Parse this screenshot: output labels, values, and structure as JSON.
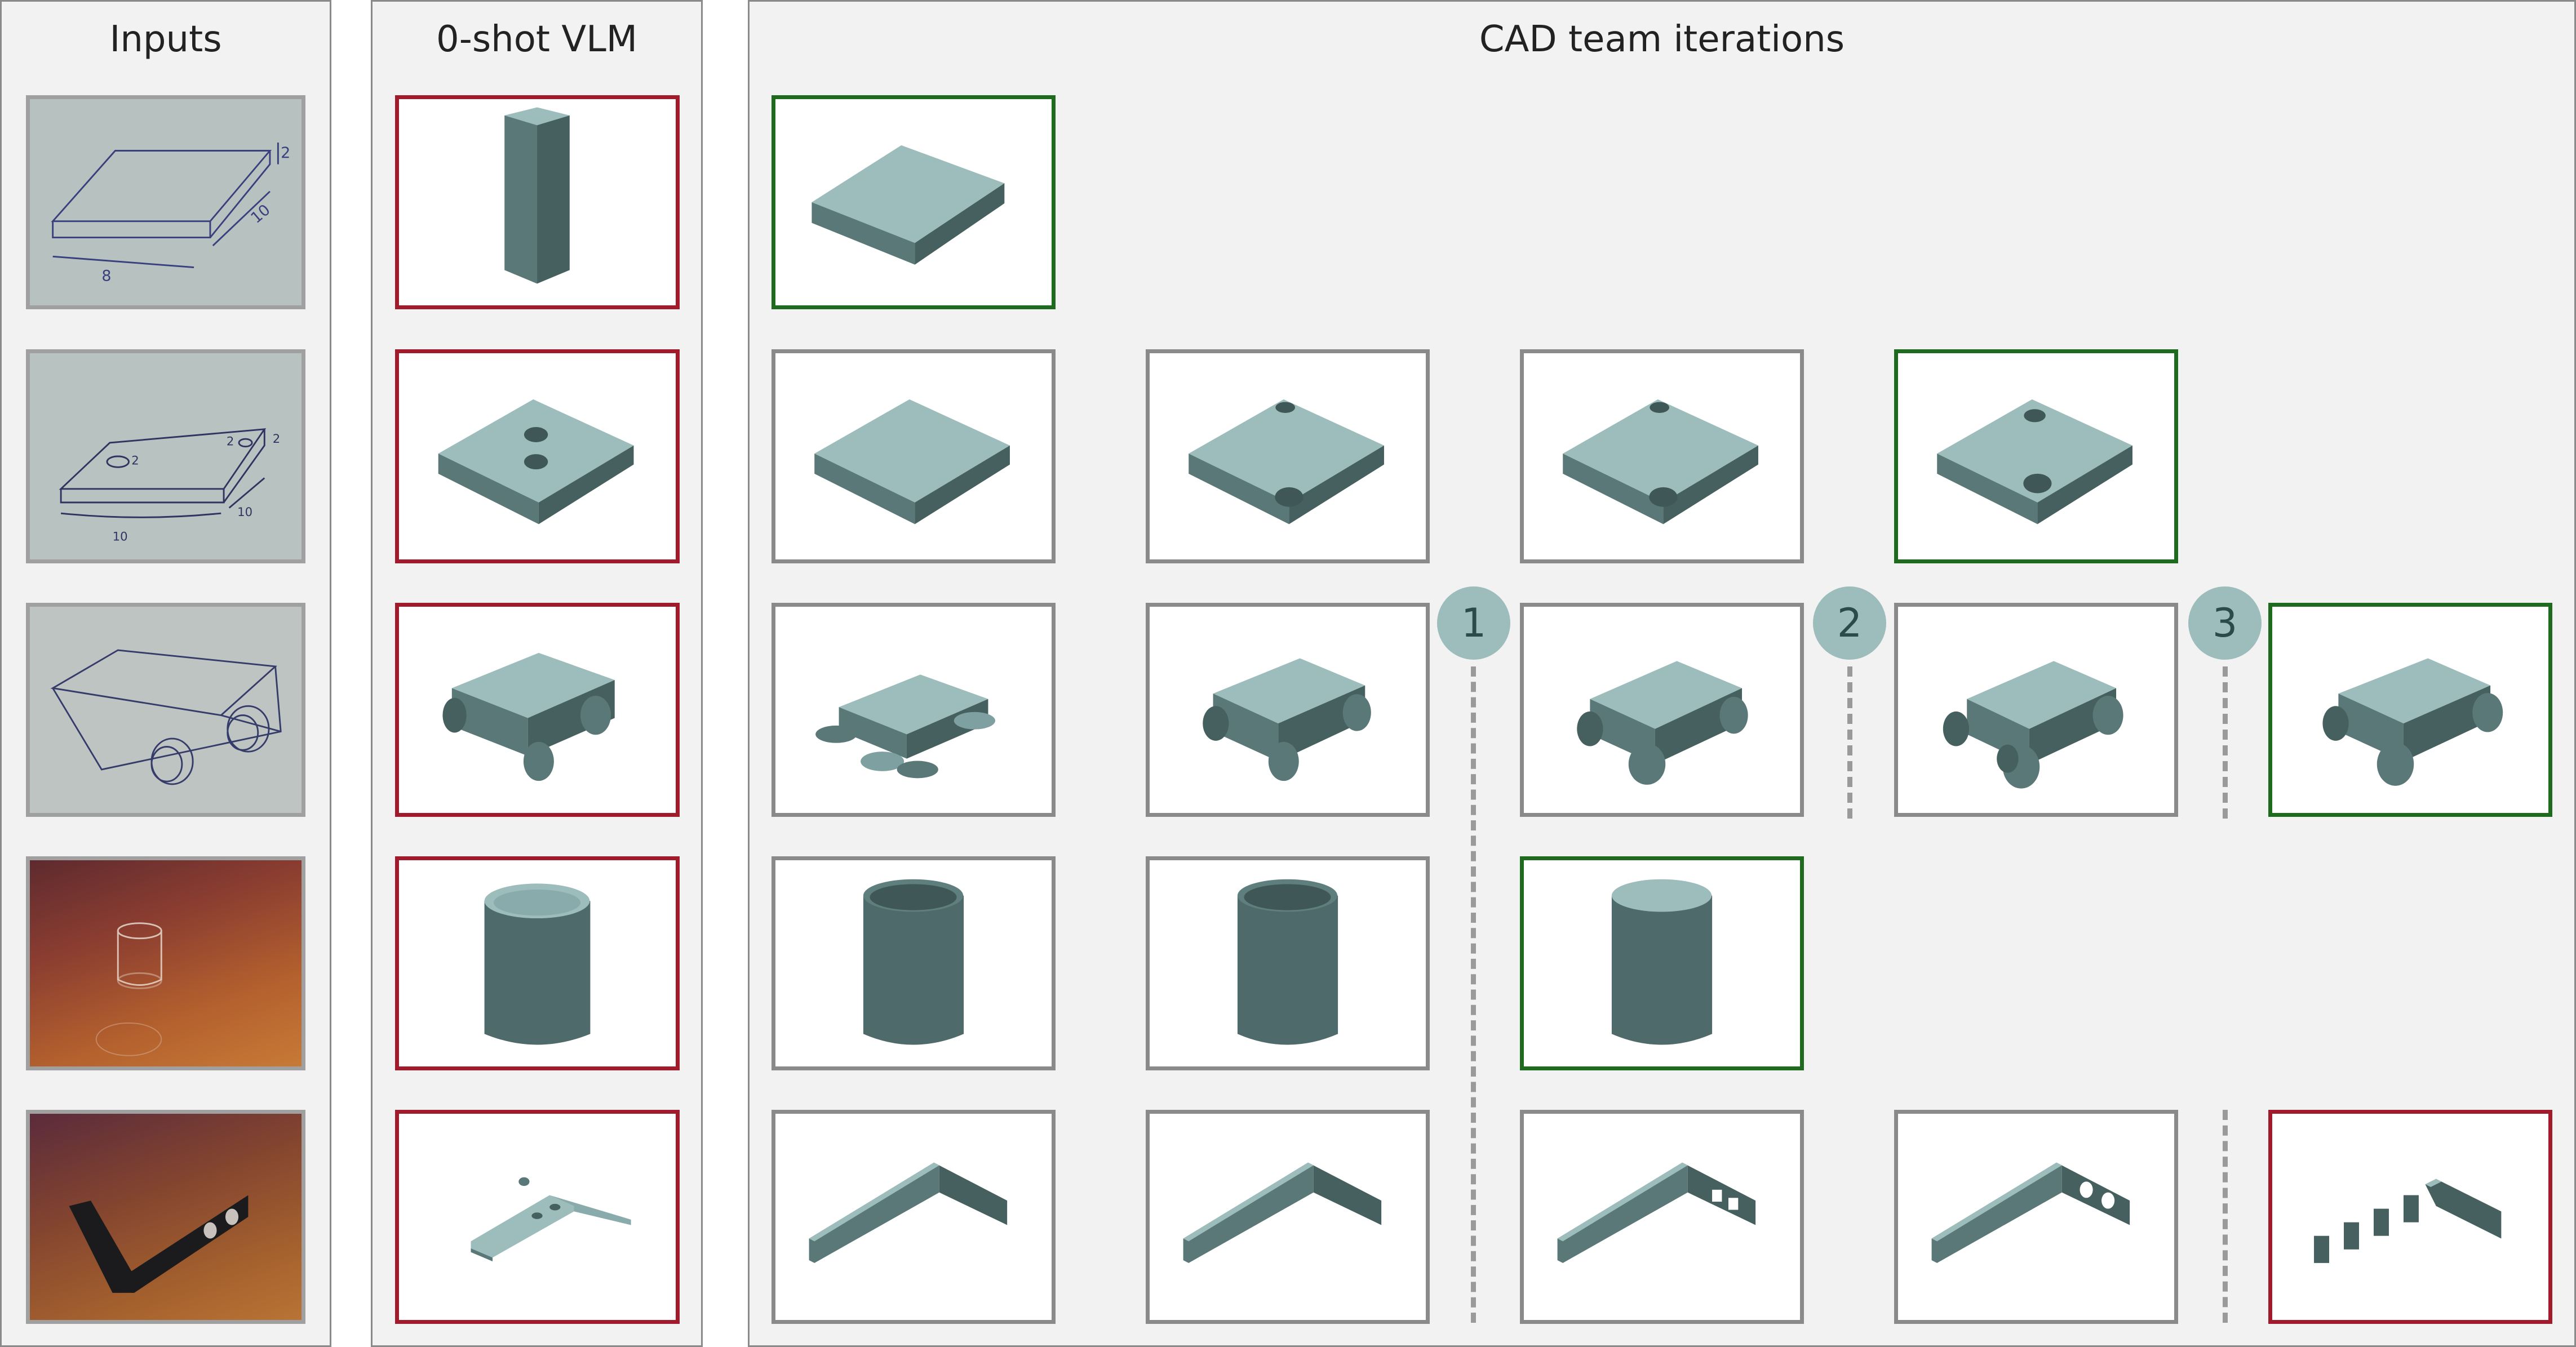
{
  "panels": {
    "inputs": "Inputs",
    "zero_shot": "0-shot VLM",
    "cad_team": "CAD team iterations"
  },
  "iteration_markers": [
    "1",
    "2",
    "3"
  ],
  "colors": {
    "success_border": "#1e6a1e",
    "failure_border": "#a01c2c",
    "neutral_border": "#8a8a8a",
    "model_top": "#9dbcbc",
    "model_side": "#5a7878",
    "model_dark": "#46605f"
  },
  "rows": [
    {
      "input": "sketch of plate with dimensions 8, 10, 2",
      "zero_shot": "failure",
      "iterations": [
        "success"
      ]
    },
    {
      "input": "sketch of plate with two holes",
      "zero_shot": "failure",
      "iterations": [
        "neutral",
        "neutral",
        "neutral",
        "success"
      ]
    },
    {
      "input": "sketch of car body with wheels",
      "zero_shot": "failure",
      "iterations": [
        "neutral",
        "neutral",
        "neutral",
        "neutral",
        "success"
      ]
    },
    {
      "input": "photo of glass cup",
      "zero_shot": "failure",
      "iterations": [
        "neutral",
        "neutral",
        "success"
      ]
    },
    {
      "input": "photo of L bracket with holes",
      "zero_shot": "failure",
      "iterations": [
        "neutral",
        "neutral",
        "neutral",
        "neutral",
        "failure"
      ]
    }
  ]
}
